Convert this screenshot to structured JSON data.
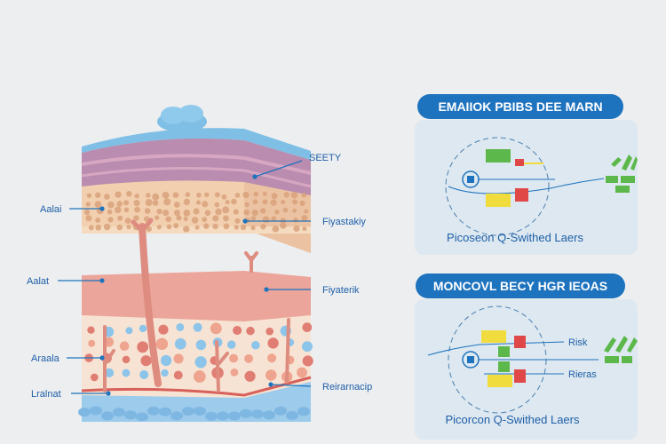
{
  "diagram": {
    "left_labels": [
      "Aalai",
      "Aalat",
      "Araala",
      "Lralnat"
    ],
    "right_labels": [
      "SEETY",
      "Fiyastakiy",
      "Fiyaterik",
      "Reirarnacip"
    ]
  },
  "panels": [
    {
      "header": "EMAIIOK PBIBS DEE MARN",
      "caption": "Picoseon Q-Swithed Laers",
      "labels": []
    },
    {
      "header": "MONCOVL BECY HGR IEOAS",
      "caption": "Picorcon Q-Swithed Laers",
      "labels": [
        "Risk",
        "Rieras"
      ]
    }
  ],
  "colors": {
    "accent": "#1e73be",
    "panel": "#dde8f0",
    "green": "#5cb84a",
    "yellow": "#f0dc3c",
    "red": "#e04848"
  }
}
